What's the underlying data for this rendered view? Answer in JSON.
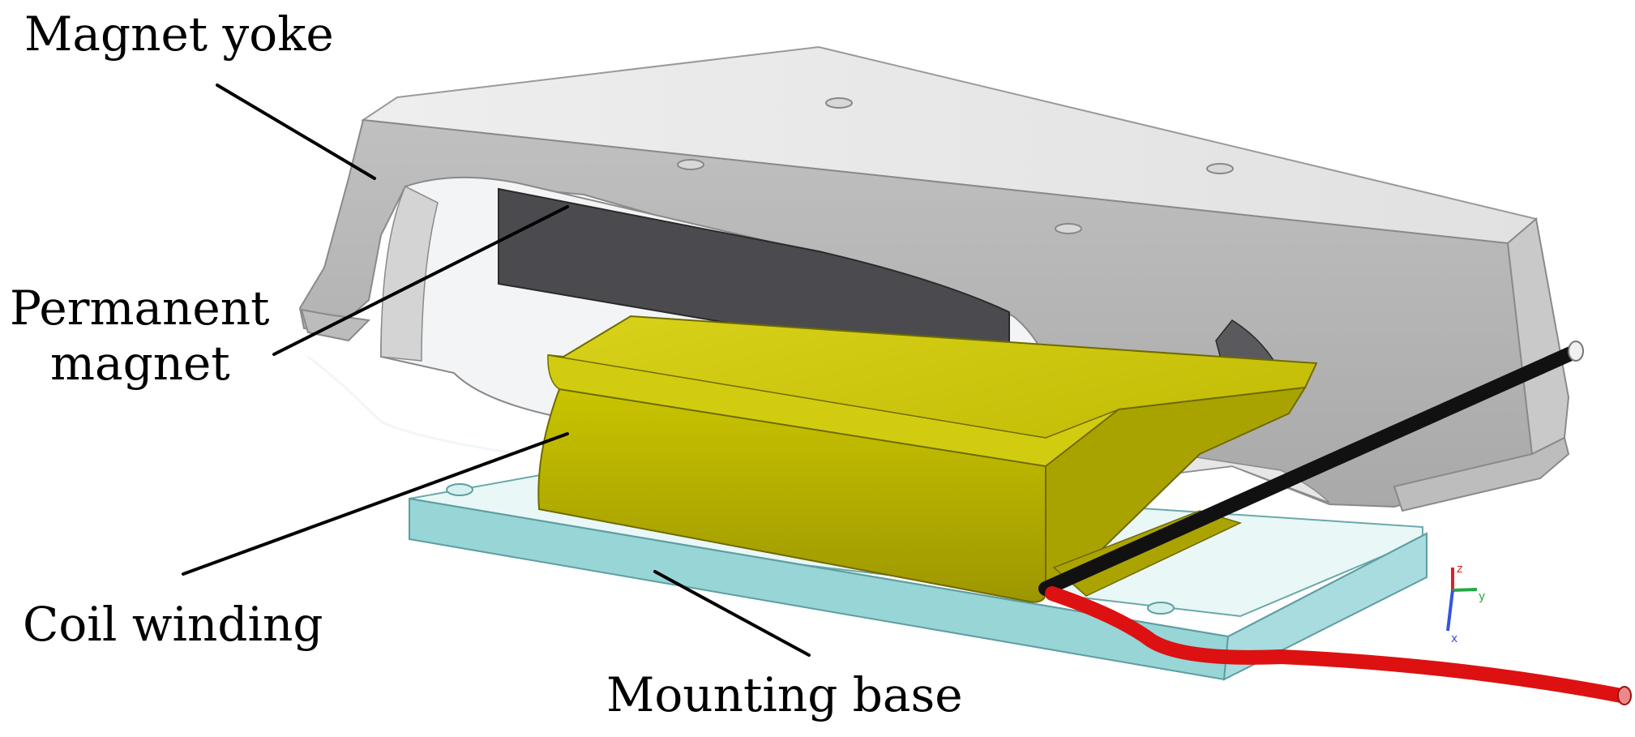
{
  "labels": {
    "magnet_yoke": "Magnet yoke",
    "permanent_magnet_line1": "Permanent",
    "permanent_magnet_line2": "magnet",
    "coil_winding": "Coil winding",
    "mounting_base": "Mounting base"
  },
  "axis_triad": {
    "x_label": "x",
    "y_label": "y",
    "z_label": "z"
  },
  "colors": {
    "yoke_top": "#ebebeb",
    "yoke_side": "#b5b5b5",
    "magnet": "#4b4b4f",
    "coil_top": "#c8c400",
    "coil_front": "#b3ad00",
    "base_top": "#a9dede",
    "base_side": "#86c9cb",
    "wire_black": "#111111",
    "wire_red": "#dd1111"
  }
}
